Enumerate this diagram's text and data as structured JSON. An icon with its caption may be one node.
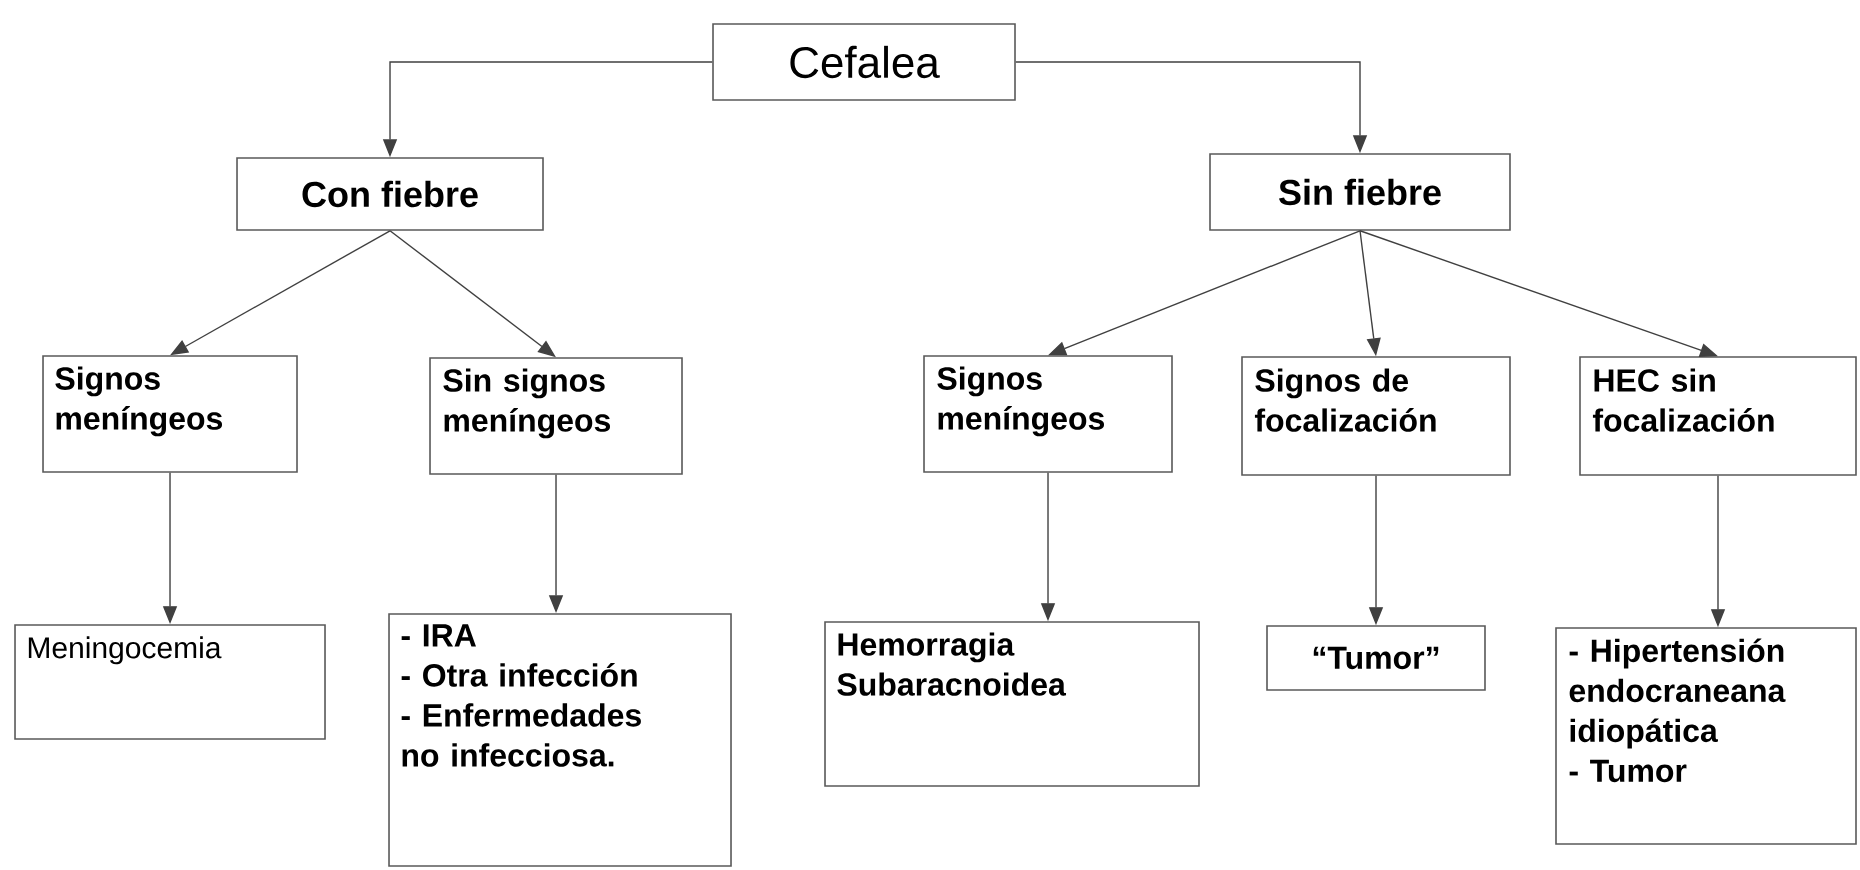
{
  "diagram": {
    "nodes": [
      {
        "text": [
          "Cefalea"
        ]
      },
      {
        "text": [
          "Con fiebre"
        ]
      },
      {
        "text": [
          "Sin fiebre"
        ]
      },
      {
        "text": [
          "Signos meníngeos"
        ]
      },
      {
        "text": [
          "Sin signos meníngeos"
        ]
      },
      {
        "text": [
          "Signos meníngeos"
        ]
      },
      {
        "text": [
          "Signos de focalización"
        ]
      },
      {
        "text": [
          "HEC sin focalización"
        ]
      },
      {
        "text": [
          "Meningocemia"
        ]
      },
      {
        "text": [
          "- IRA",
          "- Otra infección",
          "- Enfermedades no infecciosa."
        ]
      },
      {
        "text": [
          "Hemorragia Subaracnoidea"
        ]
      },
      {
        "text": [
          "“Tumor”"
        ]
      },
      {
        "text": [
          "- Hipertensión endocraneana idiopática",
          "- Tumor"
        ]
      }
    ],
    "edges": [
      {
        "from": 0,
        "to": 1,
        "arrow": "to"
      },
      {
        "from": 0,
        "to": 2,
        "arrow": "to"
      },
      {
        "from": 1,
        "to": 3,
        "arrow": "to"
      },
      {
        "from": 1,
        "to": 4,
        "arrow": "to"
      },
      {
        "from": 2,
        "to": 5,
        "arrow": "to"
      },
      {
        "from": 2,
        "to": 6,
        "arrow": "to"
      },
      {
        "from": 2,
        "to": 7,
        "arrow": "to"
      },
      {
        "from": 3,
        "to": 8,
        "arrow": "to"
      },
      {
        "from": 4,
        "to": 9,
        "arrow": "to"
      },
      {
        "from": 5,
        "to": 10,
        "arrow": "to"
      },
      {
        "from": 6,
        "to": 11,
        "arrow": "to"
      },
      {
        "from": 7,
        "to": 12,
        "arrow": "to"
      }
    ]
  }
}
